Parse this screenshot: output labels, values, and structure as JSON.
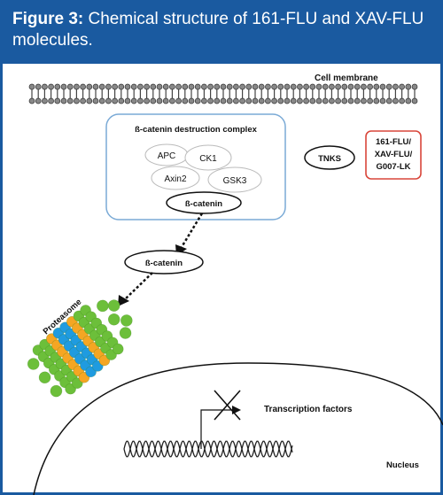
{
  "header": {
    "figure_label": "Figure 3:",
    "caption": "Chemical structure of 161-FLU and XAV-FLU molecules."
  },
  "labels": {
    "cell_membrane": "Cell membrane",
    "complex_title": "ß-catenin destruction complex",
    "apc": "APC",
    "ck1": "CK1",
    "axin2": "Axin2",
    "gsk3": "GSK3",
    "beta_catenin_complex": "ß-catenin",
    "tnks": "TNKS",
    "inhibitor_line1": "161-FLU/",
    "inhibitor_line2": "XAV-FLU/",
    "inhibitor_line3": "G007-LK",
    "beta_catenin_free": "ß-catenin",
    "proteasome": "Proteasome",
    "transcription_factors": "Transcription factors",
    "nucleus": "Nucleus"
  },
  "colors": {
    "header_bg": "#1a5aa0",
    "complex_border": "#7aaad6",
    "inhibitor_border": "#d9463a",
    "proteasome_green": "#6cbf3a",
    "proteasome_orange": "#f5a623",
    "proteasome_blue": "#1f9be0"
  }
}
